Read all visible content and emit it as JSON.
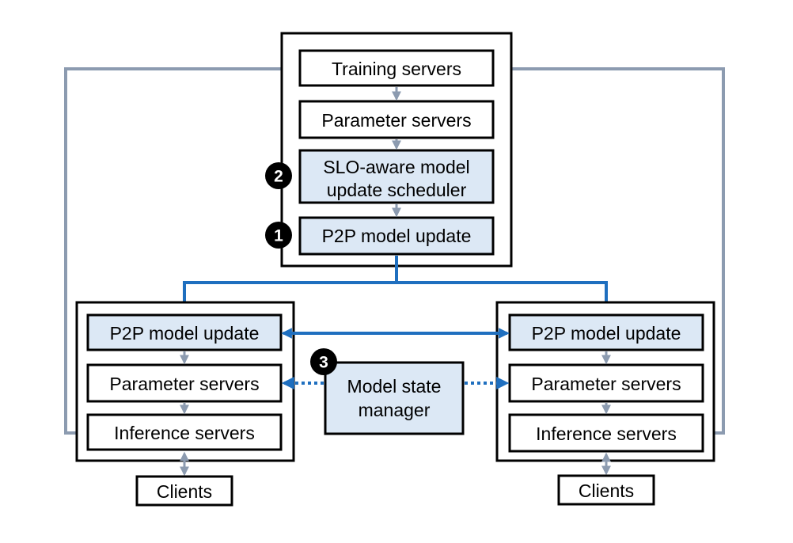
{
  "colors": {
    "border": "#000000",
    "highlight_fill": "#dce8f5",
    "plain_fill": "#ffffff",
    "gray_arrow": "#8c9bb0",
    "blue_arrow": "#1f6fbf",
    "badge": "#000000"
  },
  "central": {
    "training": "Training servers",
    "parameter": "Parameter servers",
    "scheduler_line1": "SLO-aware model",
    "scheduler_line2": "update scheduler",
    "p2p": "P2P model update",
    "badge_scheduler": "2",
    "badge_p2p": "1"
  },
  "left": {
    "p2p": "P2P model update",
    "parameter": "Parameter servers",
    "inference": "Inference servers",
    "clients": "Clients"
  },
  "right": {
    "p2p": "P2P model update",
    "parameter": "Parameter servers",
    "inference": "Inference servers",
    "clients": "Clients"
  },
  "manager": {
    "line1": "Model state",
    "line2": "manager",
    "badge": "3"
  }
}
